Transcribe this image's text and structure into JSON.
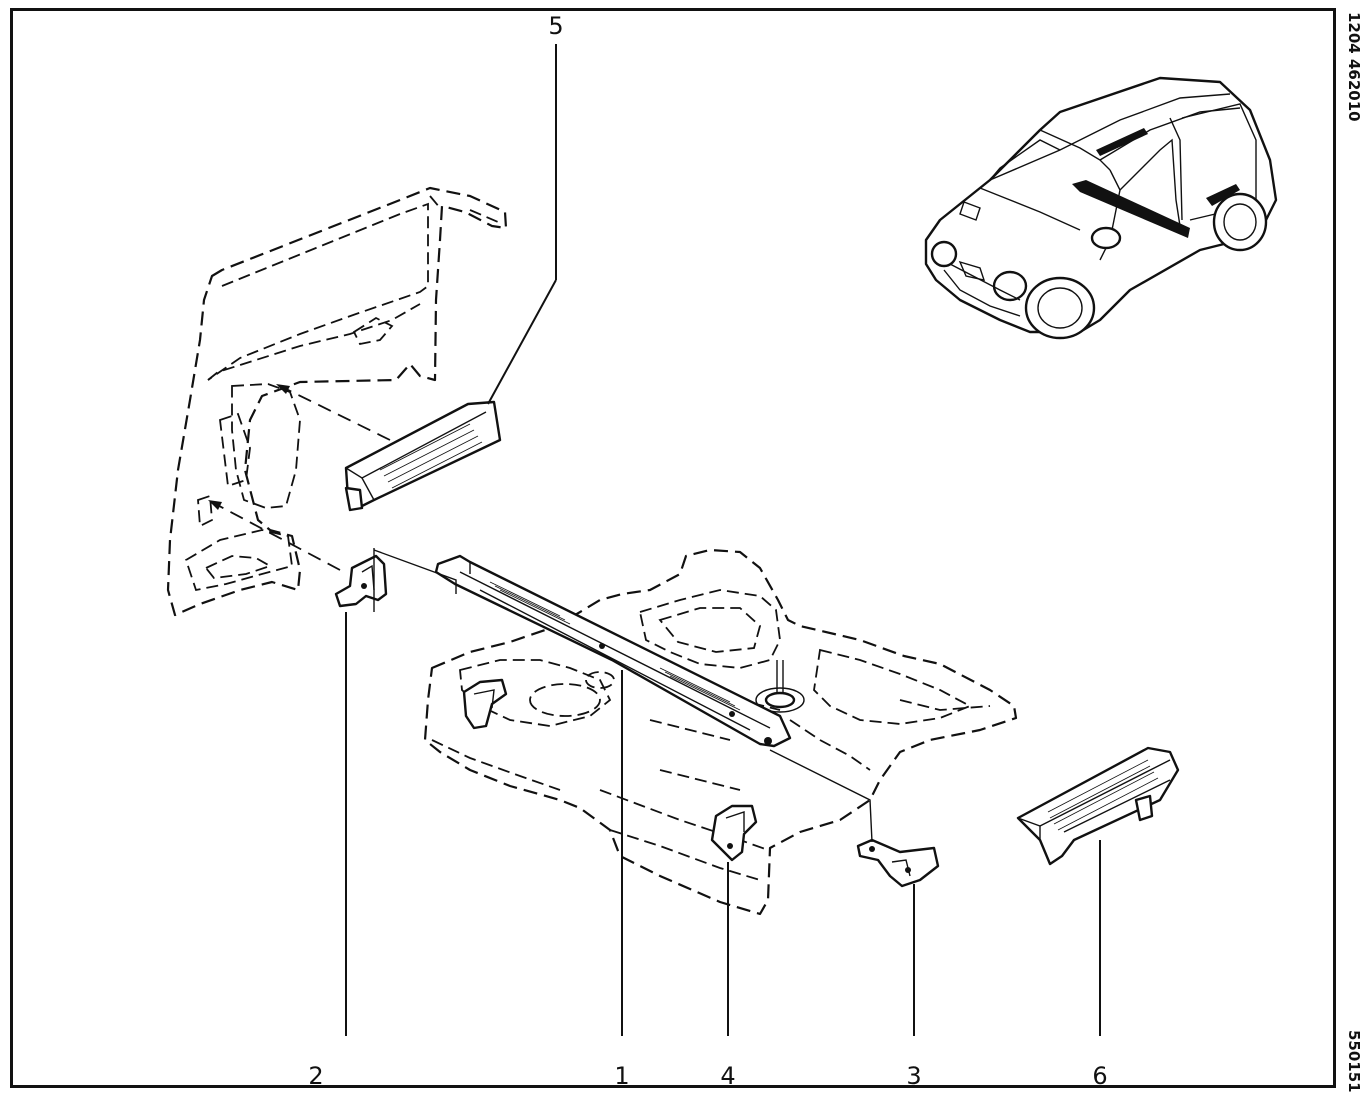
{
  "figure": {
    "reference_code_top": "1204 462010",
    "reference_code_bottom": "550151",
    "callouts": [
      {
        "id": "1",
        "label": "1",
        "part": "rear-cross-member"
      },
      {
        "id": "2",
        "label": "2",
        "part": "left-mounting-bracket"
      },
      {
        "id": "3",
        "label": "3",
        "part": "right-mounting-bracket"
      },
      {
        "id": "4",
        "label": "4",
        "part": "floor-bracket"
      },
      {
        "id": "5",
        "label": "5",
        "part": "left-side-reinforcement"
      },
      {
        "id": "6",
        "label": "6",
        "part": "right-side-reinforcement"
      }
    ]
  },
  "colors": {
    "line": "#111111",
    "background": "#ffffff"
  }
}
